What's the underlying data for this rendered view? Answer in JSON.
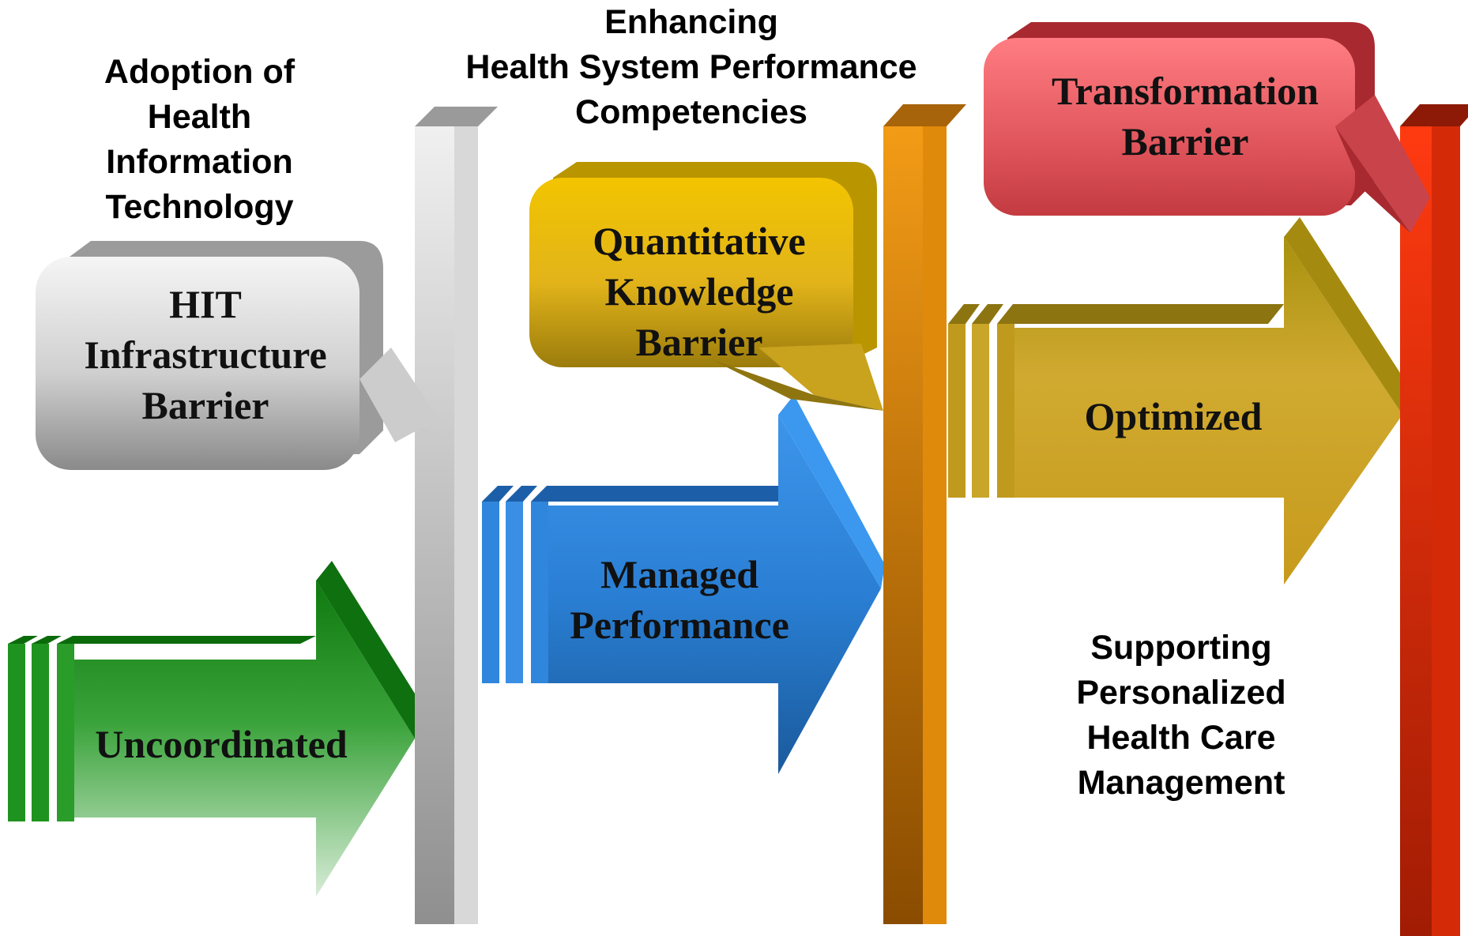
{
  "headings": {
    "adoption": [
      "Adoption of",
      "Health",
      "Information",
      "Technology"
    ],
    "enhancing": [
      "Enhancing",
      "Health System Performance",
      "Competencies"
    ],
    "supporting": [
      "Supporting",
      "Personalized",
      "Health Care",
      "Management"
    ]
  },
  "barriers": {
    "hit": [
      "HIT",
      "Infrastructure",
      "Barrier"
    ],
    "quantitative": [
      "Quantitative",
      "Knowledge",
      "Barrier"
    ],
    "transformation": [
      "Transformation",
      "Barrier"
    ]
  },
  "stages": {
    "uncoordinated": "Uncoordinated",
    "managed": [
      "Managed",
      "Performance"
    ],
    "optimized": "Optimized"
  },
  "colors": {
    "green": "#1a8a1a",
    "blue": "#2f86dc",
    "gold": "#c9a21e",
    "yellow": "#e8c21a",
    "orange": "#e88a0a",
    "red": "#e63010",
    "pink": "#e2555c",
    "grey": "#b8b8b8"
  }
}
